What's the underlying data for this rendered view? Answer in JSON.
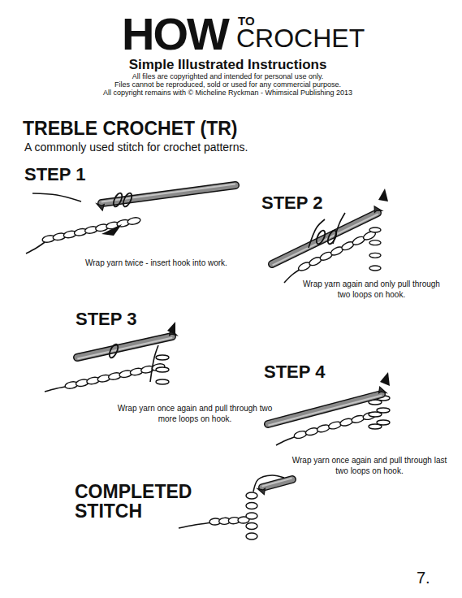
{
  "diagram": {
    "labels": [
      "HOW",
      "TO",
      "CROCHET",
      "Simple Illustrated Instructions",
      "All files are copyrighted and intended for personal use only.",
      "Files cannot be reproduced, sold or used for any commercial purpose.",
      "All copyright remains with © Micheline Ryckman - Whimsical Publishing 2013",
      "TREBLE CROCHET (TR)",
      "A commonly used stitch for crochet patterns.",
      "STEP 1",
      "Wrap yarn twice - insert hook into work.",
      "STEP 2",
      "Wrap yarn again and only pull through two loops on hook.",
      "STEP 3",
      "Wrap yarn once again and pull through two more loops on hook.",
      "STEP 4",
      "Wrap yarn once again and pull through last two loops on hook.",
      "COMPLETED STITCH",
      "7."
    ]
  }
}
